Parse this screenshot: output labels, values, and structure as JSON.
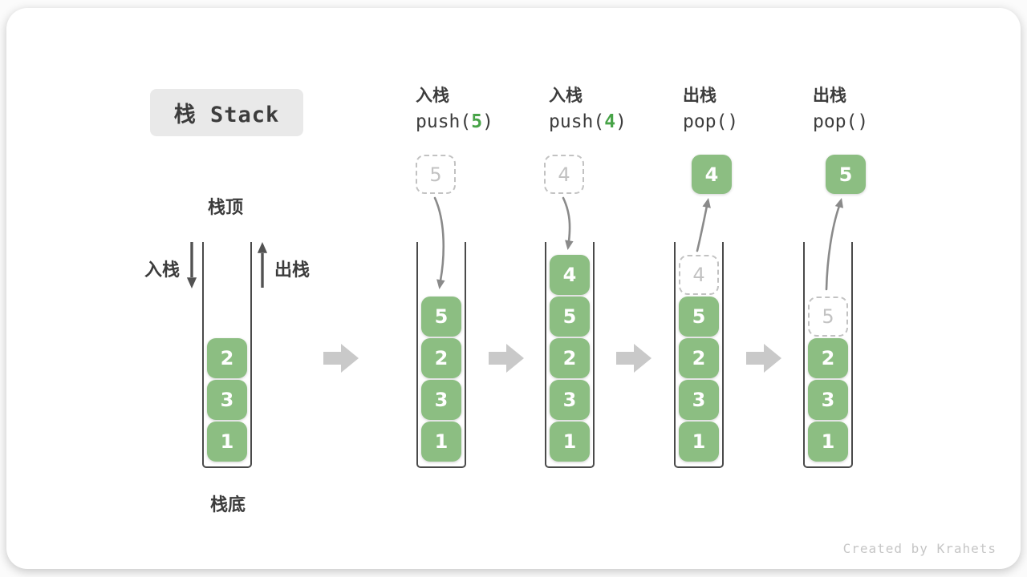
{
  "title": "栈 Stack",
  "watermark": "Created by Krahets",
  "side_labels": {
    "stack_top": "栈顶",
    "stack_bottom": "栈底",
    "push": "入栈",
    "pop": "出栈"
  },
  "colors": {
    "element_green": "#8cbe82",
    "code_arg_green": "#47a347",
    "ink": "#3c3c3c",
    "dashed_gray": "#c2c2c2",
    "container_gray": "#4a4a4a",
    "flow_arrow_gray": "#c9c9c9",
    "curve_arrow_gray": "#8a8a8a",
    "side_arrow_dark": "#525252",
    "title_box_bg": "#e9e9e9",
    "watermark_gray": "#c6c6c6"
  },
  "columns": [
    {
      "name": "initial-stack",
      "stack": [
        {
          "value": "2",
          "variant": "solid"
        },
        {
          "value": "3",
          "variant": "solid"
        },
        {
          "value": "1",
          "variant": "solid"
        }
      ]
    },
    {
      "name": "push-5",
      "op_label": "入栈",
      "code": {
        "prefix": "push(",
        "arg": "5",
        "suffix": ")"
      },
      "float_box": {
        "value": "5",
        "variant": "dashed"
      },
      "stack": [
        {
          "value": "5",
          "variant": "solid"
        },
        {
          "value": "2",
          "variant": "solid"
        },
        {
          "value": "3",
          "variant": "solid"
        },
        {
          "value": "1",
          "variant": "solid"
        }
      ]
    },
    {
      "name": "push-4",
      "op_label": "入栈",
      "code": {
        "prefix": "push(",
        "arg": "4",
        "suffix": ")"
      },
      "float_box": {
        "value": "4",
        "variant": "dashed"
      },
      "stack": [
        {
          "value": "4",
          "variant": "solid"
        },
        {
          "value": "5",
          "variant": "solid"
        },
        {
          "value": "2",
          "variant": "solid"
        },
        {
          "value": "3",
          "variant": "solid"
        },
        {
          "value": "1",
          "variant": "solid"
        }
      ]
    },
    {
      "name": "pop-4",
      "op_label": "出栈",
      "code": {
        "prefix": "pop()",
        "arg": "",
        "suffix": ""
      },
      "float_box": {
        "value": "4",
        "variant": "solid"
      },
      "stack": [
        {
          "value": "4",
          "variant": "dashed"
        },
        {
          "value": "5",
          "variant": "solid"
        },
        {
          "value": "2",
          "variant": "solid"
        },
        {
          "value": "3",
          "variant": "solid"
        },
        {
          "value": "1",
          "variant": "solid"
        }
      ]
    },
    {
      "name": "pop-5",
      "op_label": "出栈",
      "code": {
        "prefix": "pop()",
        "arg": "",
        "suffix": ""
      },
      "float_box": {
        "value": "5",
        "variant": "solid"
      },
      "stack": [
        {
          "value": "5",
          "variant": "dashed"
        },
        {
          "value": "2",
          "variant": "solid"
        },
        {
          "value": "3",
          "variant": "solid"
        },
        {
          "value": "1",
          "variant": "solid"
        }
      ]
    }
  ]
}
